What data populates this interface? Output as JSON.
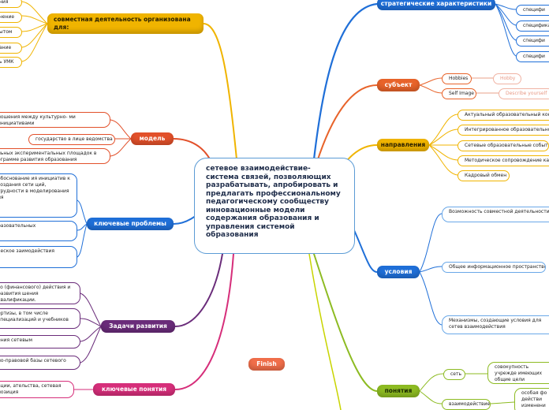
{
  "center": {
    "title": "сетевое взаимодействие- система связей, позволяющих разрабатывать, апробировать и предлагать профессиональному педагогическому сообществу инновационные модели содержания образования и управления системой образования"
  },
  "colors": {
    "blue": "#1f6fd8",
    "orange": "#e8632a",
    "yellow": "#f0b400",
    "green": "#8dbb22",
    "purple": "#6a2c7a",
    "pink": "#d62e7a",
    "red": "#e2502a"
  },
  "branches": {
    "strategic": {
      "label": "стратегические характеристики",
      "children": [
        "специфи",
        "специфика",
        "специфи",
        "специфи"
      ]
    },
    "subject": {
      "label": "субъект",
      "hobbies": "Hobbies",
      "hobby": "Hobby",
      "self_image": "Self Image",
      "describe": "Describe yourself"
    },
    "directions": {
      "label": "направления",
      "children": [
        "Актуальный образовательный конте",
        "Интегрированное образовательное м",
        "Сетевые образовательные события",
        "Методическое сопровождение кадро",
        "Кадровый обмен"
      ]
    },
    "conditions": {
      "label": "условия",
      "children": [
        "Возможность совместной деятельности участ",
        "Общее информационное пространство",
        "Механизмы, создающие условия для сетев взаимодействия"
      ]
    },
    "concepts": {
      "label": "понятия",
      "set": "сеть",
      "set_def": "совокупность учрежде имеющих общие цели достижения и единый",
      "interaction": "взаимодействие",
      "interaction_def": "особая фо действи изменени"
    },
    "joint": {
      "label": "совместная деятельность организована для:",
      "children": [
        "ния",
        "нение",
        "ытом",
        "ание",
        "ь УМК"
      ]
    },
    "model": {
      "label": "модель",
      "children": [
        "ношения между культурно- ми инициативами",
        "государство в лице ведомства",
        "льных экспериментальных площадок в ограмме развития образования"
      ]
    },
    "problems": {
      "label": "ключевые проблемы",
      "children": [
        "обоснование ия инициатив к создания сети ций, трудности в моделирования ия",
        "разовательных",
        "ческое заимодействия"
      ]
    },
    "tasks": {
      "label": "Задачи развития",
      "children": [
        "го (финансового) действия и развития шения квалификации.",
        "ертизы, в том числе специализаций и учебников",
        "ения сетевым",
        "но-правовой базы сетевого"
      ]
    },
    "key_concepts": {
      "label": "ключевые понятия",
      "children": [
        "ации, ательства, сетевая позиция"
      ]
    },
    "finish": {
      "label": "Finish"
    }
  }
}
